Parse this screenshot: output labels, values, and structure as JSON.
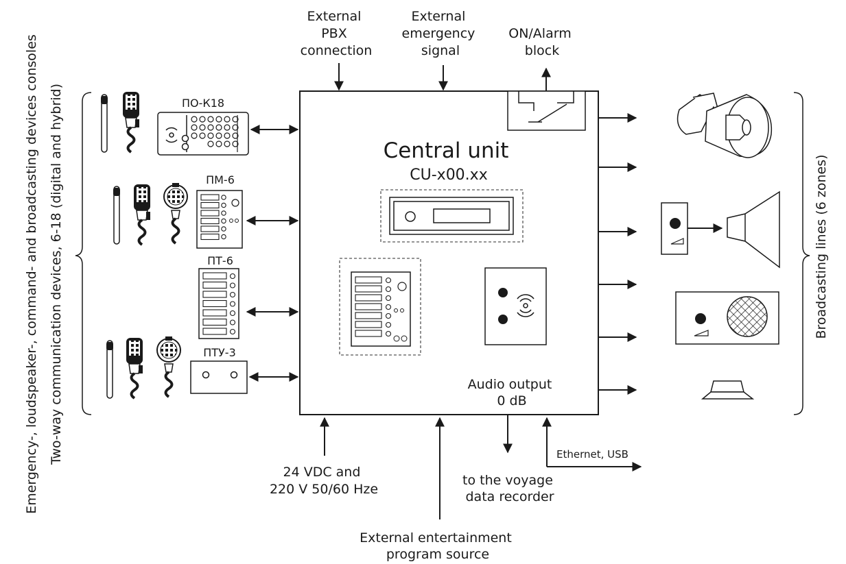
{
  "central_unit": {
    "title": "Central unit",
    "model": "CU-x00.xx"
  },
  "inputs": {
    "pbx": [
      "External",
      "PBX",
      "connection"
    ],
    "emergency": [
      "External",
      "emergency",
      "signal"
    ],
    "on_alarm": [
      "ON/Alarm",
      "block"
    ]
  },
  "consoles": [
    {
      "label": "ПО-К18"
    },
    {
      "label": "ПМ-6"
    },
    {
      "label": "ПТ-6"
    },
    {
      "label": "ПТУ-3"
    }
  ],
  "left_caption": {
    "line1": "Emergency-, loudspeaker-, command- and broadcasting devices consoles",
    "line2": "Two-way communication devices, 6-18 (digital and hybrid)"
  },
  "right_caption": "Broadcasting lines (6 zones)",
  "audio_output": [
    "Audio output",
    "0 dB"
  ],
  "bottom": {
    "power": [
      "24 VDC and",
      "220 V 50/60 Hze"
    ],
    "vdr": [
      "to the voyage",
      "data recorder"
    ],
    "ethernet": "Ethernet, USB",
    "entertainment": [
      "External entertainment",
      "program source"
    ]
  },
  "colors": {
    "ink": "#1a1a1a",
    "background": "#ffffff"
  }
}
